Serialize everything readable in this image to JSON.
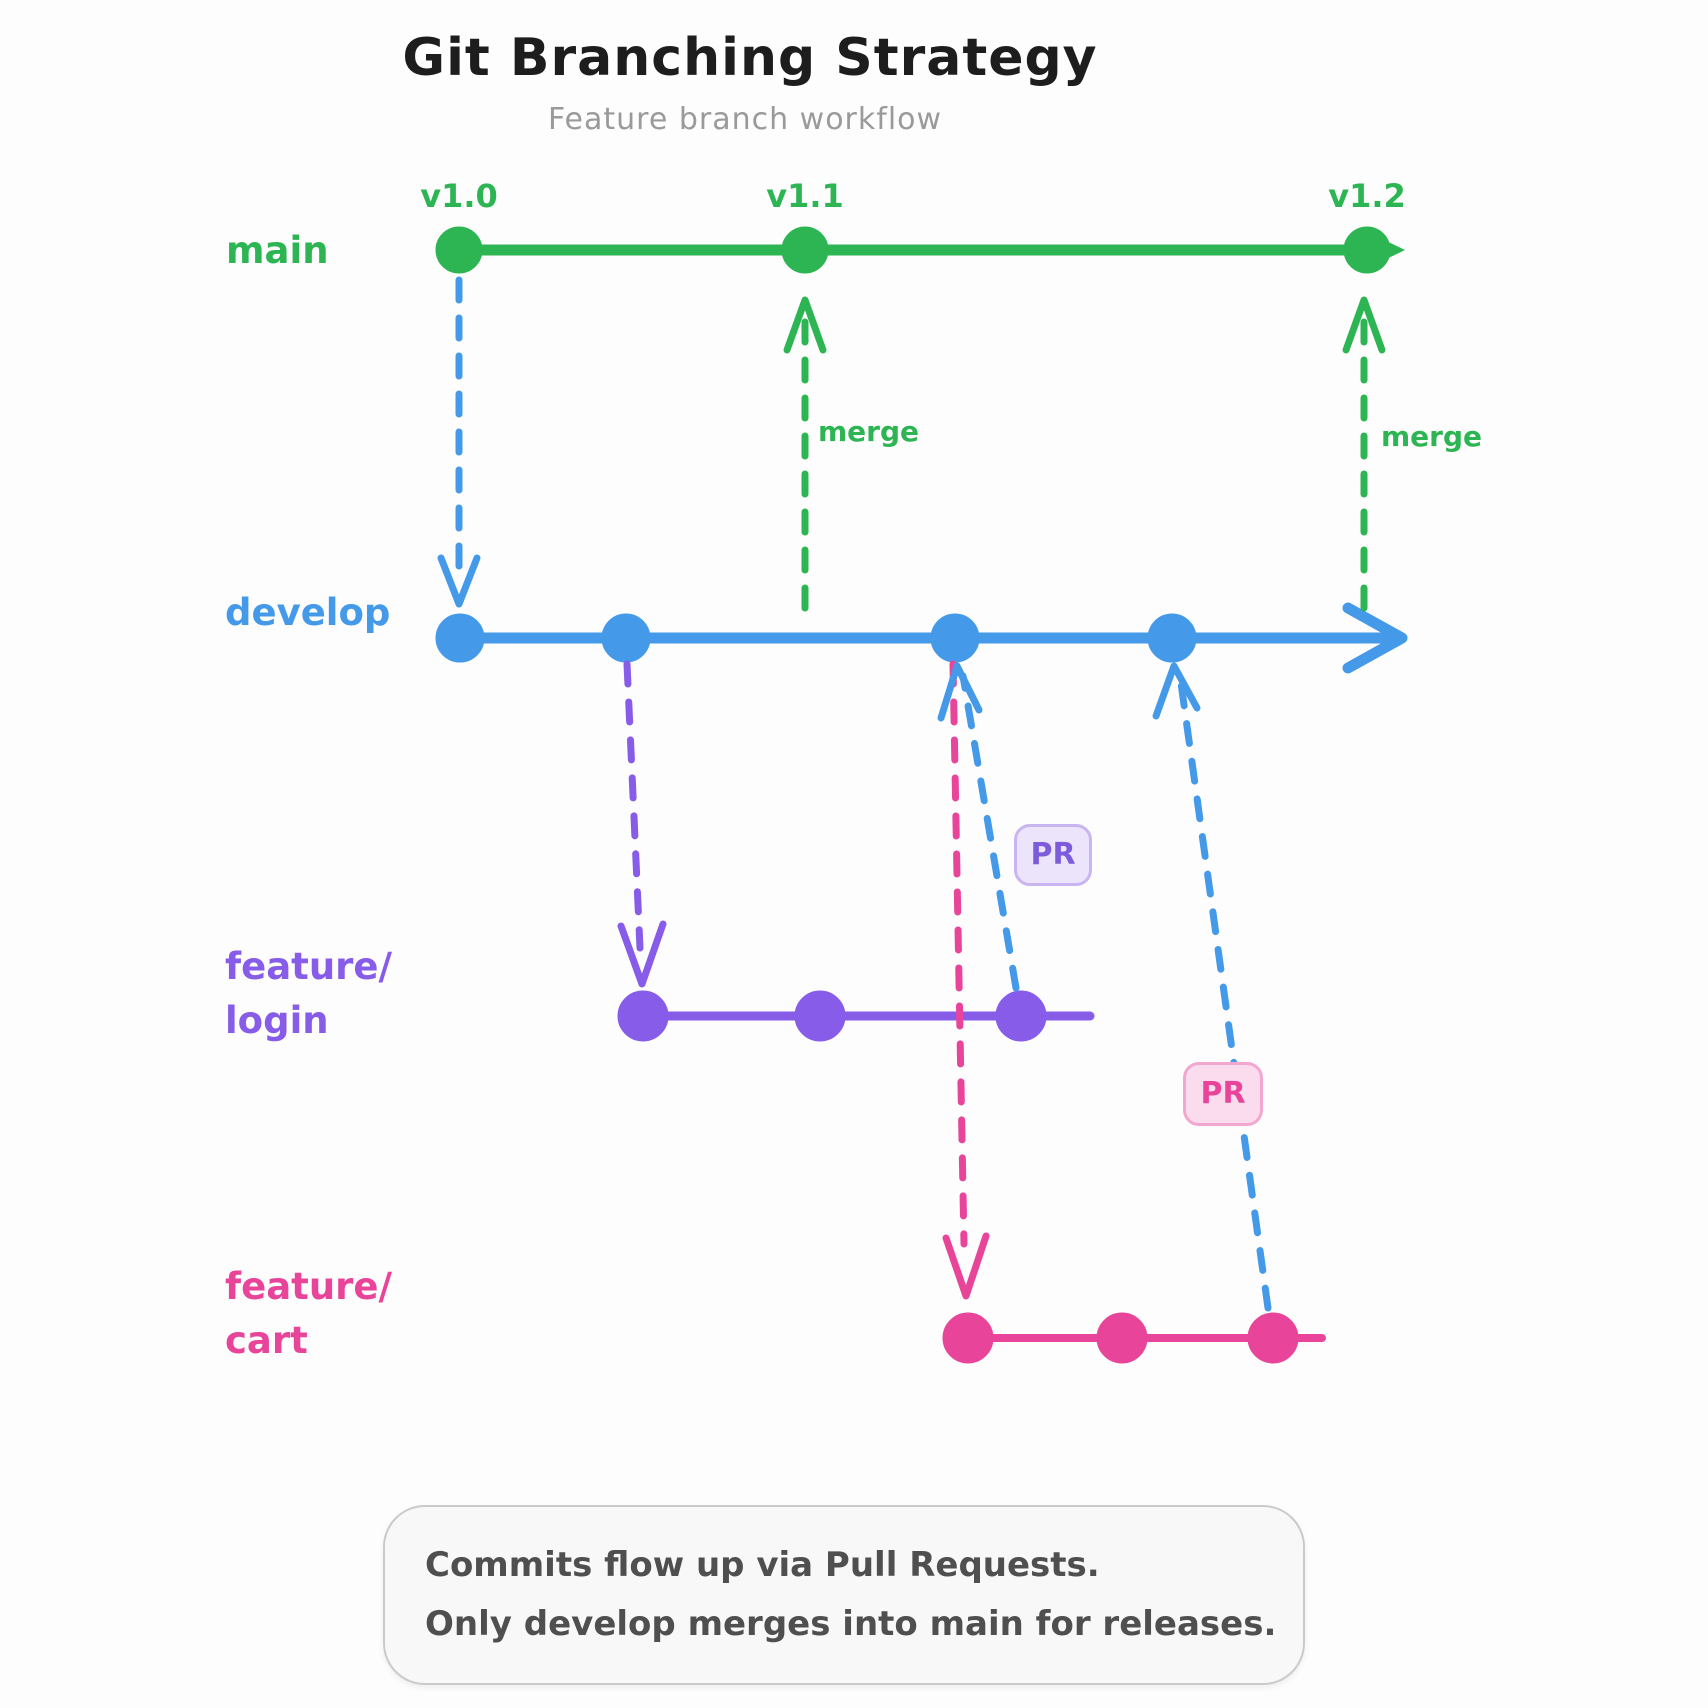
{
  "title": "Git Branching Strategy",
  "subtitle": "Feature branch workflow",
  "labels": {
    "main": "main",
    "develop": "develop",
    "feature_login_1": "feature/",
    "feature_login_2": "login",
    "feature_cart_1": "feature/",
    "feature_cart_2": "cart"
  },
  "tags": {
    "v10": "v1.0",
    "v11": "v1.1",
    "v12": "v1.2"
  },
  "merge_labels": {
    "first": "merge",
    "second": "merge"
  },
  "pr_badges": {
    "login": "PR",
    "cart": "PR"
  },
  "note": {
    "line1": "Commits flow up via Pull Requests.",
    "line2": "Only develop merges into main for releases."
  },
  "colors": {
    "main_branch": "#2eb553",
    "develop_branch": "#4499e9",
    "feature_login_branch": "#875ce8",
    "feature_cart_branch": "#e8459a",
    "title_text": "#1d1d1d",
    "subtitle_text": "#9a9a9a",
    "note_text": "#4f4f4f",
    "pr_login_bg": "#ece4fa",
    "pr_login_border": "#c9b5f2",
    "pr_login_text": "#7c5cdb",
    "pr_cart_bg": "#fbdcee",
    "pr_cart_border": "#f3a7cf",
    "pr_cart_text": "#e8459a"
  }
}
